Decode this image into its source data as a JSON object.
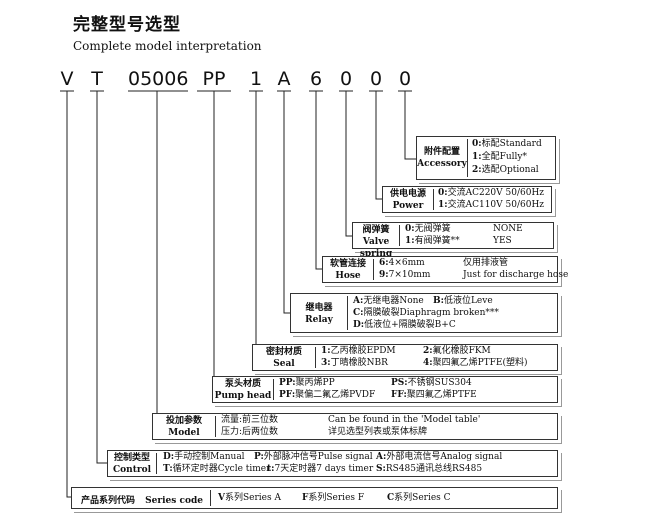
{
  "header": {
    "title": "完整型号选型",
    "subtitle": "Complete model interpretation"
  },
  "code": [
    "V",
    "T",
    "05006",
    "PP",
    "1",
    "A",
    "6",
    "0",
    "0",
    "0"
  ],
  "sections": {
    "accessory": {
      "label_cn": "附件配置",
      "label_en": "Accessory",
      "options": [
        {
          "code": "0:",
          "text": "标配Standard"
        },
        {
          "code": "1:",
          "text": "全配Fully*"
        },
        {
          "code": "2:",
          "text": "选配Optional"
        }
      ]
    },
    "power": {
      "label_cn": "供电电源",
      "label_en": "Power",
      "options": [
        {
          "code": "0:",
          "text": "交流AC220V 50/60Hz"
        },
        {
          "code": "1:",
          "text": "交流AC110V 50/60Hz"
        }
      ]
    },
    "valve_spring": {
      "label_cn": "阀弹簧",
      "label_en": "Valve spring",
      "options": [
        {
          "code": "0:",
          "text": "无阀弹簧",
          "text2": "NONE"
        },
        {
          "code": "1:",
          "text": "有阀弹簧**",
          "text2": "YES"
        }
      ]
    },
    "hose": {
      "label_cn": "软管连接",
      "label_en": "Hose",
      "options": [
        {
          "code": "6:",
          "text": "4×6mm",
          "text2": "仅用排液管"
        },
        {
          "code": "9:",
          "text": "7×10mm",
          "text2": "Just for discharge hose"
        }
      ]
    },
    "relay": {
      "label_cn": "继电器",
      "label_en": "Relay",
      "options": [
        {
          "code": "A:",
          "text": "无继电器None",
          "code2": "B:",
          "text2": "低液位Leve"
        },
        {
          "code": "C:",
          "text": "隔膜破裂Diaphragm broken***"
        },
        {
          "code": "D:",
          "text": "低液位+隔膜破裂B+C"
        }
      ]
    },
    "seal": {
      "label_cn": "密封材质",
      "label_en": "Seal",
      "options": [
        {
          "code": "1:",
          "text": "乙丙橡胶EPDM",
          "code2": "2:",
          "text2": "氟化橡胶FKM"
        },
        {
          "code": "3:",
          "text": "丁晴橡胶NBR",
          "code2": "4:",
          "text2": "聚四氟乙烯PTFE(塑料)"
        }
      ]
    },
    "pump_head": {
      "label_cn": "泵头材质",
      "label_en": "Pump head",
      "options": [
        {
          "code": "PP:",
          "text": "聚丙烯PP",
          "code2": "PS:",
          "text2": "不锈钢SUS304"
        },
        {
          "code": "PF:",
          "text": "聚偏二氟乙烯PVDF",
          "code2": "FF:",
          "text2": "聚四氟乙烯PTFE"
        }
      ]
    },
    "model": {
      "label_cn": "投加参数",
      "label_en": "Model",
      "options": [
        {
          "text": "流量:前三位数",
          "text2": "Can be found in the 'Model table'"
        },
        {
          "text": "压力:后两位数",
          "text2": "详见选型列表或泵体标牌"
        }
      ]
    },
    "control": {
      "label_cn": "控制类型",
      "label_en": "Control",
      "options": [
        {
          "code": "D:",
          "text": "手动控制Manual",
          "code2": "P:",
          "text2": "外部脉冲信号Pulse signal",
          "code3": "A:",
          "text3": "外部电流信号Analog signal"
        },
        {
          "code": "T:",
          "text": "循环定时器Cycle timer",
          "code2": "t:",
          "text2": "7天定时器7 days timer",
          "code3": "S:",
          "text3": "RS485通讯总线RS485"
        }
      ]
    },
    "series": {
      "label_cn": "产品系列代码",
      "label_en": "Series code",
      "options": [
        {
          "code": "V",
          "text": "系列Series  A"
        },
        {
          "code": "F",
          "text": "系列Series  F"
        },
        {
          "code": "C",
          "text": "系列Series  C"
        }
      ]
    }
  }
}
